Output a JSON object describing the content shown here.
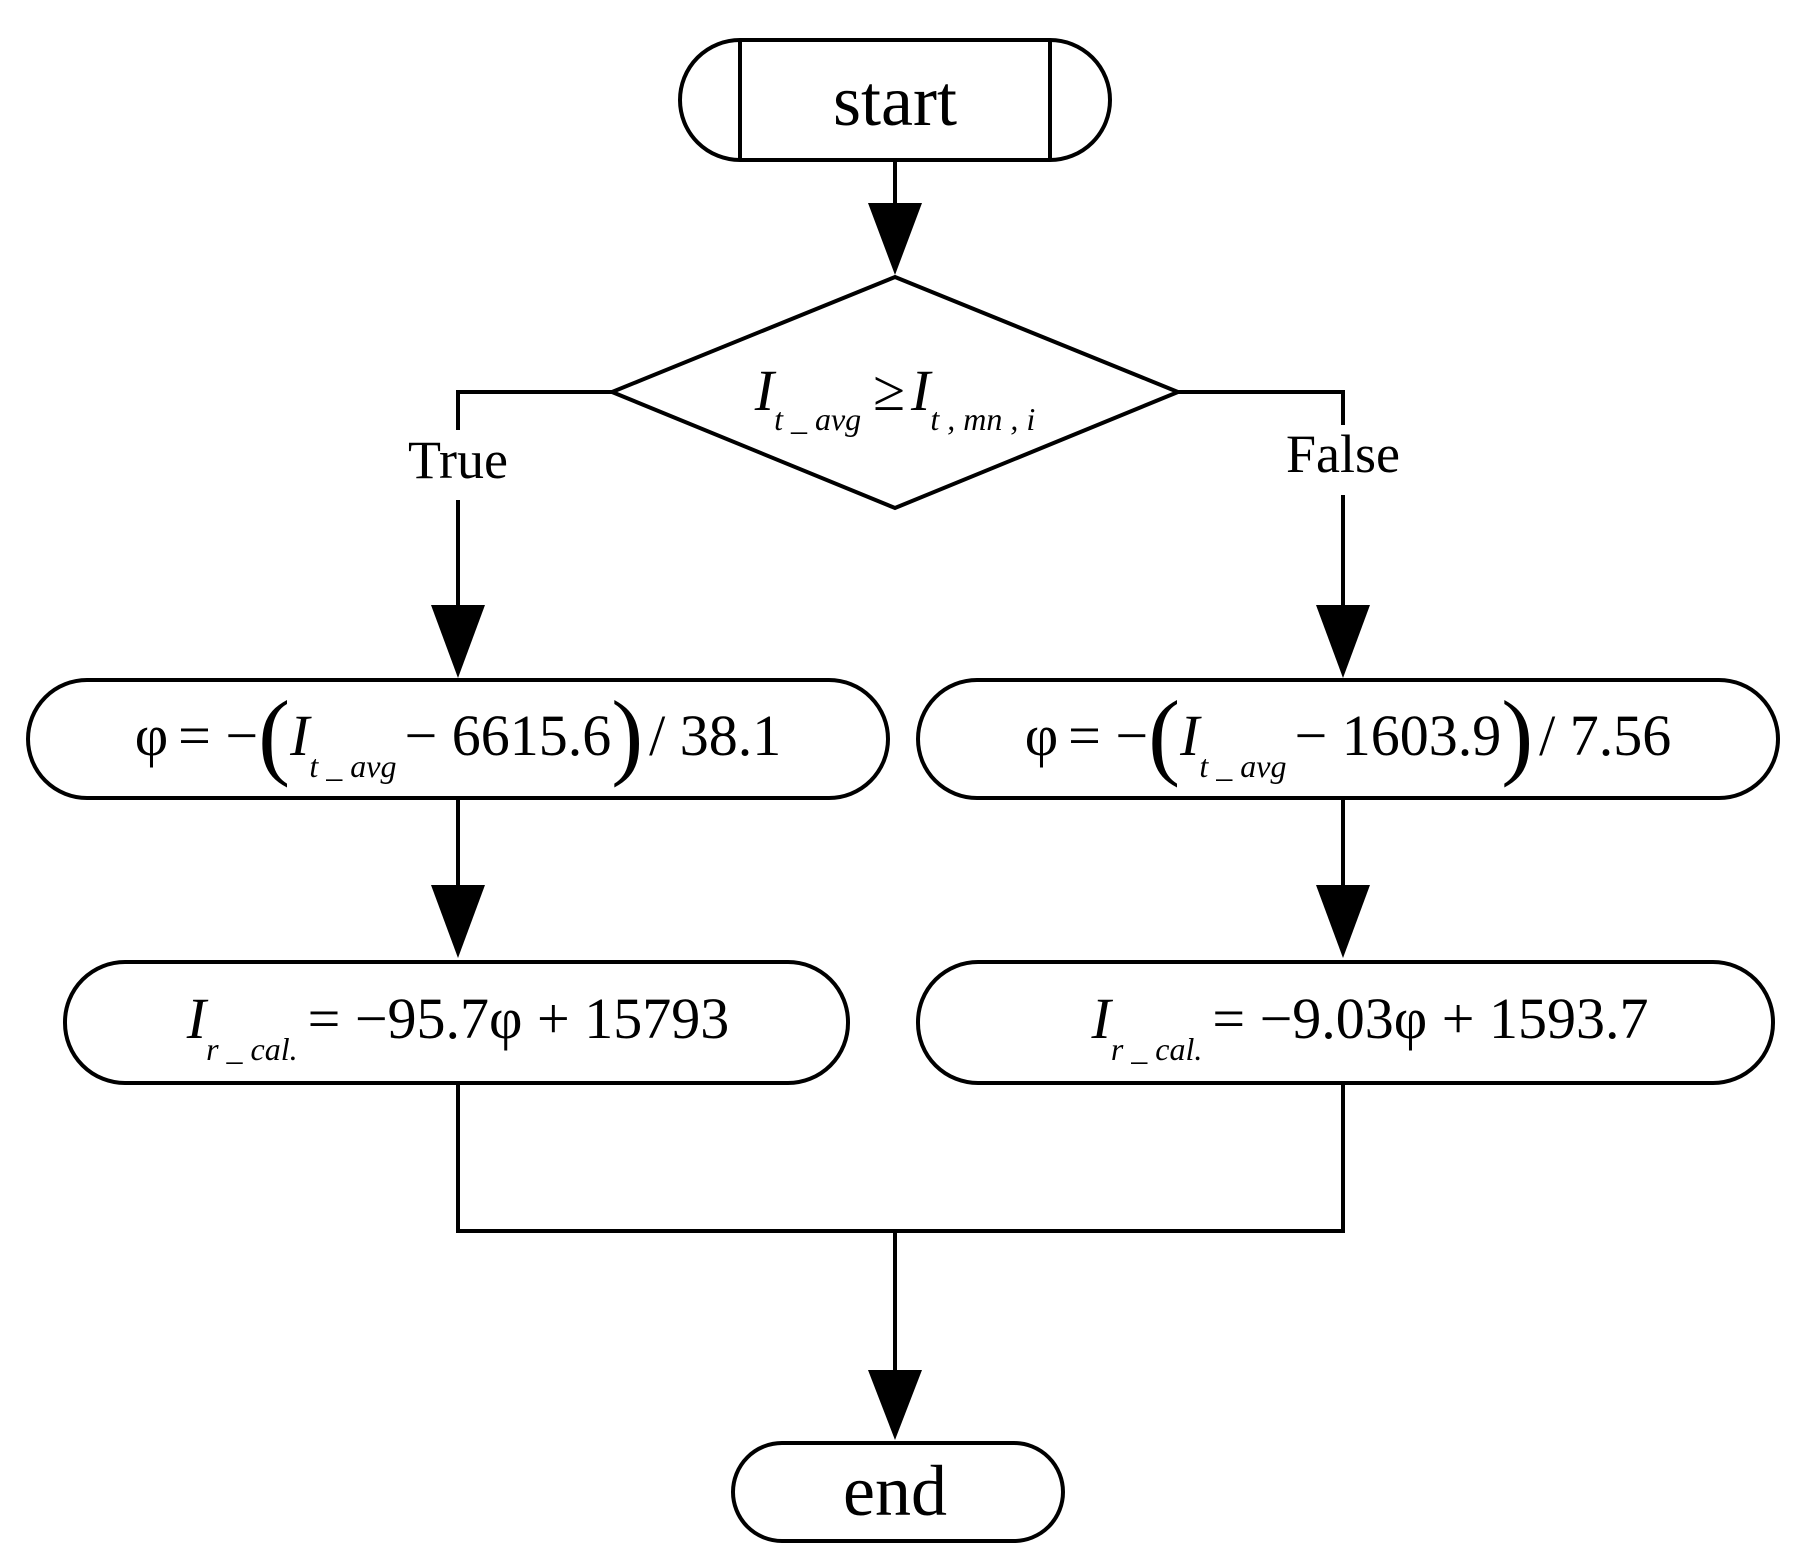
{
  "nodes": {
    "start": {
      "label": "start"
    },
    "decision": {
      "lhs_symbol": "I",
      "lhs_subscript": "t _ avg",
      "operator": "≥",
      "rhs_symbol": "I",
      "rhs_subscript": "t , mn , i"
    },
    "true_phi": {
      "lhs": "φ",
      "eq": "= −",
      "open": "(",
      "var": "I",
      "var_sub": "t _ avg",
      "tail": "− 6615.6",
      "close": ")",
      "div": "/ 38.1"
    },
    "false_phi": {
      "lhs": "φ",
      "eq": "= −",
      "open": "(",
      "var": "I",
      "var_sub": "t _ avg",
      "tail": "− 1603.9",
      "close": ")",
      "div": "/ 7.56"
    },
    "true_ir": {
      "var": "I",
      "var_sub": "r _ cal.",
      "rhs": "= −95.7φ + 15793"
    },
    "false_ir": {
      "var": "I",
      "var_sub": "r _ cal.",
      "rhs": "= −9.03φ + 1593.7"
    },
    "end": {
      "label": "end"
    }
  },
  "edges": {
    "true_label": "True",
    "false_label": "False"
  }
}
